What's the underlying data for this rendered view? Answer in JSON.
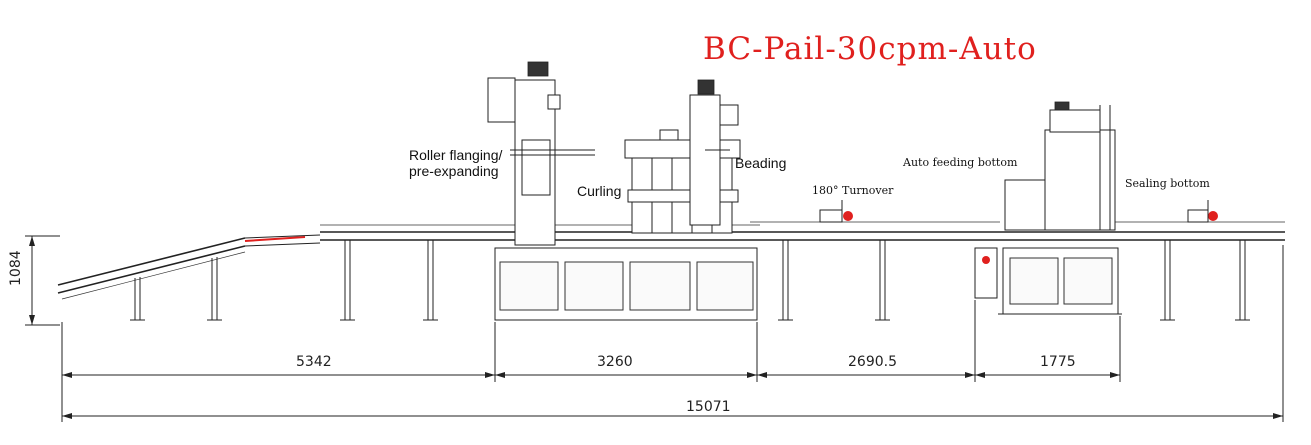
{
  "title": "BC-Pail-30cpm-Auto",
  "labels": {
    "roller_flanging_line1": "Roller flanging/",
    "roller_flanging_line2": "pre-expanding",
    "curling": "Curling",
    "beading": "Beading",
    "turnover": "180° Turnover",
    "auto_feeding_bottom": "Auto feeding bottom",
    "sealing_bottom": "Sealing bottom"
  },
  "dimensions": {
    "height": "1084",
    "seg1": "5342",
    "seg2": "3260",
    "seg3": "2690.5",
    "seg4": "1775",
    "total": "15071"
  },
  "colors": {
    "title": "#e0201e",
    "line": "#222222",
    "accent": "#e0201e"
  }
}
